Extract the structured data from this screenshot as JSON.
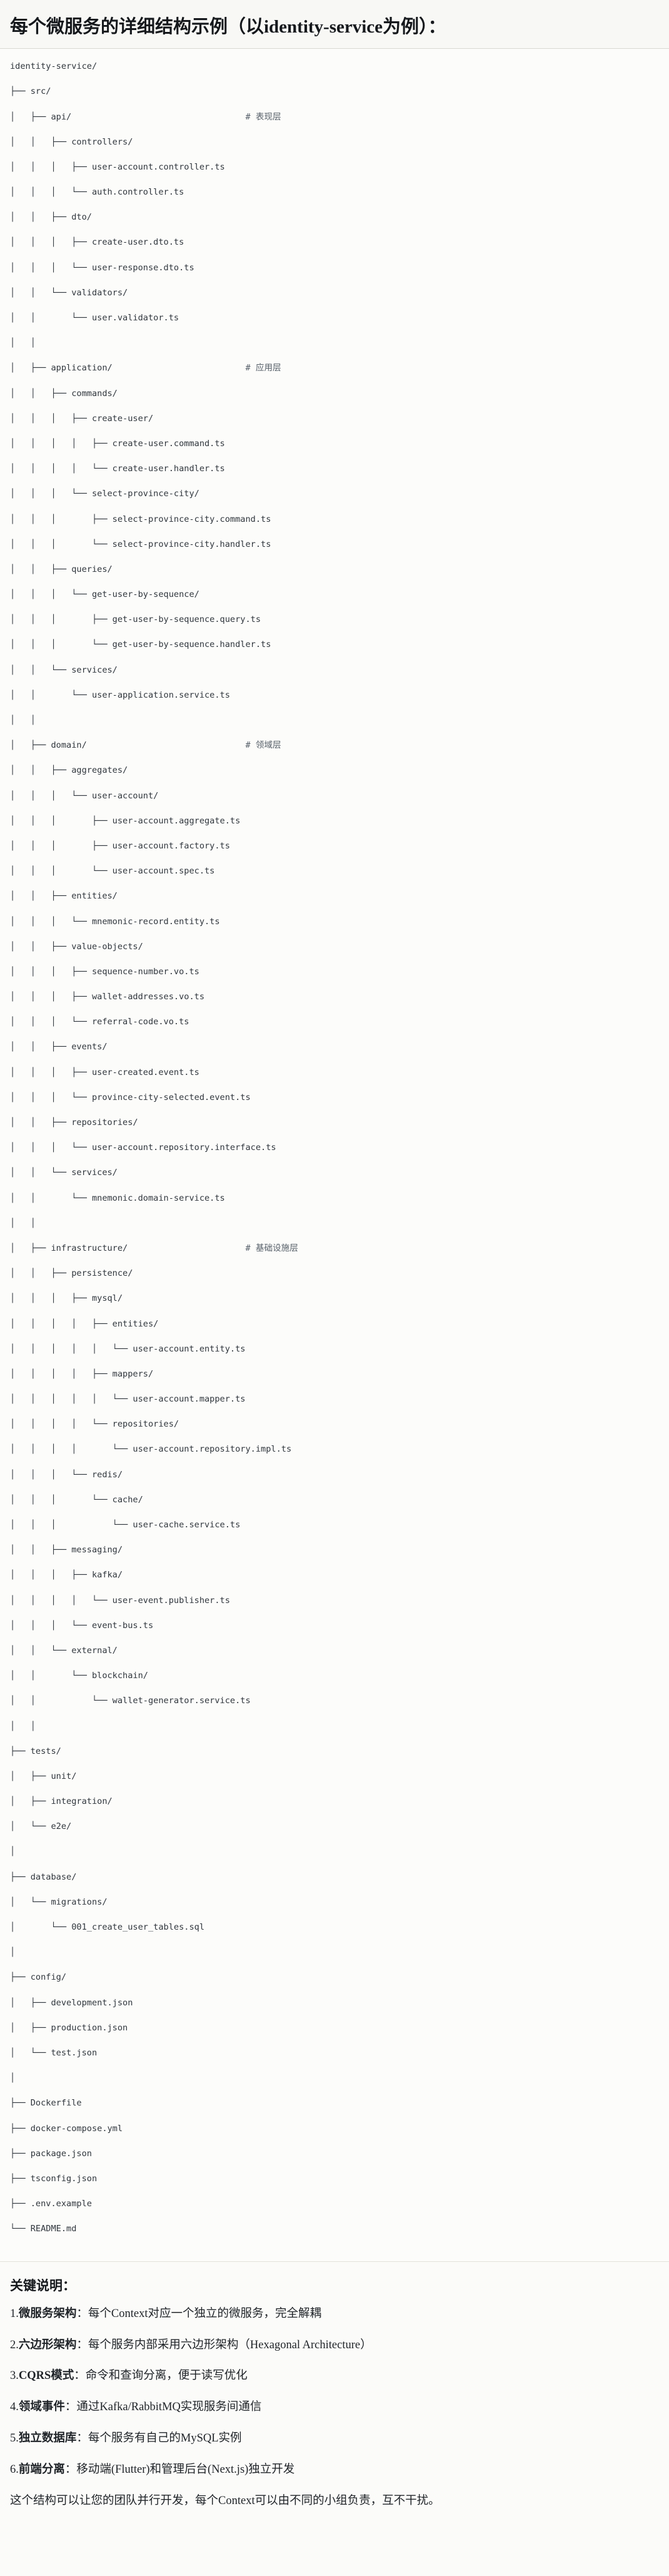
{
  "heading": {
    "text": "每个微服务的详细结构示例（以identity-service为例）："
  },
  "tree": {
    "comment_column": 46,
    "lines": [
      {
        "text": "identity-service/"
      },
      {
        "text": "├── src/"
      },
      {
        "text": "│   ├── api/",
        "comment": "# 表现层"
      },
      {
        "text": "│   │   ├── controllers/"
      },
      {
        "text": "│   │   │   ├── user-account.controller.ts"
      },
      {
        "text": "│   │   │   └── auth.controller.ts"
      },
      {
        "text": "│   │   ├── dto/"
      },
      {
        "text": "│   │   │   ├── create-user.dto.ts"
      },
      {
        "text": "│   │   │   └── user-response.dto.ts"
      },
      {
        "text": "│   │   └── validators/"
      },
      {
        "text": "│   │       └── user.validator.ts"
      },
      {
        "text": "│   │"
      },
      {
        "text": "│   ├── application/",
        "comment": "# 应用层"
      },
      {
        "text": "│   │   ├── commands/"
      },
      {
        "text": "│   │   │   ├── create-user/"
      },
      {
        "text": "│   │   │   │   ├── create-user.command.ts"
      },
      {
        "text": "│   │   │   │   └── create-user.handler.ts"
      },
      {
        "text": "│   │   │   └── select-province-city/"
      },
      {
        "text": "│   │   │       ├── select-province-city.command.ts"
      },
      {
        "text": "│   │   │       └── select-province-city.handler.ts"
      },
      {
        "text": "│   │   ├── queries/"
      },
      {
        "text": "│   │   │   └── get-user-by-sequence/"
      },
      {
        "text": "│   │   │       ├── get-user-by-sequence.query.ts"
      },
      {
        "text": "│   │   │       └── get-user-by-sequence.handler.ts"
      },
      {
        "text": "│   │   └── services/"
      },
      {
        "text": "│   │       └── user-application.service.ts"
      },
      {
        "text": "│   │"
      },
      {
        "text": "│   ├── domain/",
        "comment": "# 领域层"
      },
      {
        "text": "│   │   ├── aggregates/"
      },
      {
        "text": "│   │   │   └── user-account/"
      },
      {
        "text": "│   │   │       ├── user-account.aggregate.ts"
      },
      {
        "text": "│   │   │       ├── user-account.factory.ts"
      },
      {
        "text": "│   │   │       └── user-account.spec.ts"
      },
      {
        "text": "│   │   ├── entities/"
      },
      {
        "text": "│   │   │   └── mnemonic-record.entity.ts"
      },
      {
        "text": "│   │   ├── value-objects/"
      },
      {
        "text": "│   │   │   ├── sequence-number.vo.ts"
      },
      {
        "text": "│   │   │   ├── wallet-addresses.vo.ts"
      },
      {
        "text": "│   │   │   └── referral-code.vo.ts"
      },
      {
        "text": "│   │   ├── events/"
      },
      {
        "text": "│   │   │   ├── user-created.event.ts"
      },
      {
        "text": "│   │   │   └── province-city-selected.event.ts"
      },
      {
        "text": "│   │   ├── repositories/"
      },
      {
        "text": "│   │   │   └── user-account.repository.interface.ts"
      },
      {
        "text": "│   │   └── services/"
      },
      {
        "text": "│   │       └── mnemonic.domain-service.ts"
      },
      {
        "text": "│   │"
      },
      {
        "text": "│   ├── infrastructure/",
        "comment": "# 基础设施层"
      },
      {
        "text": "│   │   ├── persistence/"
      },
      {
        "text": "│   │   │   ├── mysql/"
      },
      {
        "text": "│   │   │   │   ├── entities/"
      },
      {
        "text": "│   │   │   │   │   └── user-account.entity.ts"
      },
      {
        "text": "│   │   │   │   ├── mappers/"
      },
      {
        "text": "│   │   │   │   │   └── user-account.mapper.ts"
      },
      {
        "text": "│   │   │   │   └── repositories/"
      },
      {
        "text": "│   │   │   │       └── user-account.repository.impl.ts"
      },
      {
        "text": "│   │   │   └── redis/"
      },
      {
        "text": "│   │   │       └── cache/"
      },
      {
        "text": "│   │   │           └── user-cache.service.ts"
      },
      {
        "text": "│   │   ├── messaging/"
      },
      {
        "text": "│   │   │   ├── kafka/"
      },
      {
        "text": "│   │   │   │   └── user-event.publisher.ts"
      },
      {
        "text": "│   │   │   └── event-bus.ts"
      },
      {
        "text": "│   │   └── external/"
      },
      {
        "text": "│   │       └── blockchain/"
      },
      {
        "text": "│   │           └── wallet-generator.service.ts"
      },
      {
        "text": "│   │"
      },
      {
        "text": "├── tests/"
      },
      {
        "text": "│   ├── unit/"
      },
      {
        "text": "│   ├── integration/"
      },
      {
        "text": "│   └── e2e/"
      },
      {
        "text": "│"
      },
      {
        "text": "├── database/"
      },
      {
        "text": "│   └── migrations/"
      },
      {
        "text": "│       └── 001_create_user_tables.sql"
      },
      {
        "text": "│"
      },
      {
        "text": "├── config/"
      },
      {
        "text": "│   ├── development.json"
      },
      {
        "text": "│   ├── production.json"
      },
      {
        "text": "│   └── test.json"
      },
      {
        "text": "│"
      },
      {
        "text": "├── Dockerfile"
      },
      {
        "text": "├── docker-compose.yml"
      },
      {
        "text": "├── package.json"
      },
      {
        "text": "├── tsconfig.json"
      },
      {
        "text": "├── .env.example"
      },
      {
        "text": "└── README.md"
      }
    ]
  },
  "notes": {
    "title": "关键说明：",
    "items": [
      {
        "num": "1.",
        "term": "微服务架构",
        "sep": "：",
        "desc": "每个Context对应一个独立的微服务，完全解耦"
      },
      {
        "num": "2.",
        "term": "六边形架构",
        "sep": "：",
        "desc": "每个服务内部采用六边形架构（Hexagonal Architecture）"
      },
      {
        "num": "3.",
        "term": "CQRS模式",
        "sep": "：",
        "desc": "命令和查询分离，便于读写优化"
      },
      {
        "num": "4.",
        "term": "领域事件",
        "sep": "：",
        "desc": "通过Kafka/RabbitMQ实现服务间通信"
      },
      {
        "num": "5.",
        "term": "独立数据库",
        "sep": "：",
        "desc": "每个服务有自己的MySQL实例"
      },
      {
        "num": "6.",
        "term": "前端分离",
        "sep": "：",
        "desc": "移动端(Flutter)和管理后台(Next.js)独立开发"
      }
    ],
    "closing": "这个结构可以让您的团队并行开发，每个Context可以由不同的小组负责，互不干扰。"
  }
}
